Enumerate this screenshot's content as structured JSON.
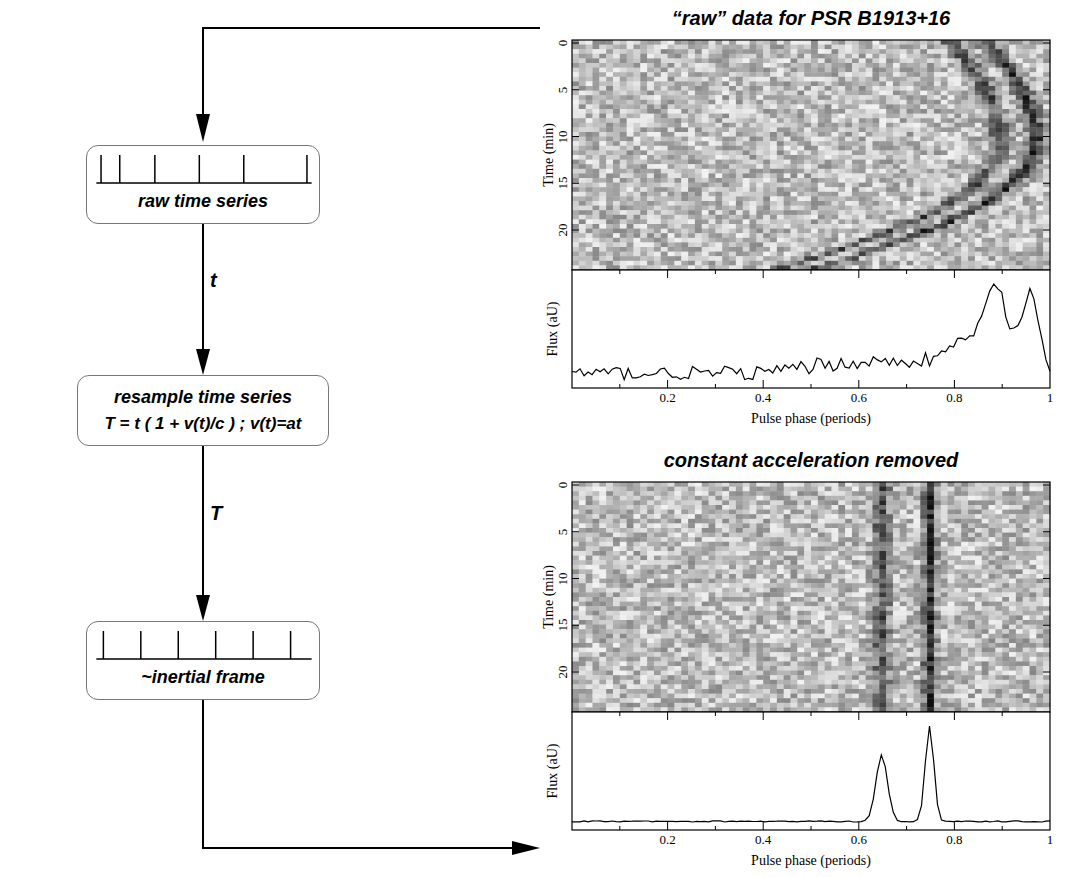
{
  "diagram": {
    "nodes": [
      {
        "text": [
          "raw time series"
        ]
      },
      {
        "text": [
          "resample time series",
          "T = t ( 1 + v(t)/c ) ; v(t)=at"
        ]
      },
      {
        "text": [
          "~inertial frame"
        ]
      }
    ],
    "edges": [
      {
        "from": 0,
        "to": 1,
        "label": "t",
        "arrow": "to"
      },
      {
        "from": 1,
        "to": 2,
        "label": "T",
        "arrow": "to"
      }
    ],
    "labels": [
      "“raw” data for PSR B1913+16",
      "Time (min)",
      "0",
      "5",
      "10",
      "15",
      "20",
      "Flux (aU)",
      "0.2",
      "0.4",
      "0.6",
      "0.8",
      "1",
      "Pulse phase (periods)",
      "constant acceleration removed",
      "Time (min)",
      "0",
      "5",
      "10",
      "15",
      "20",
      "Flux (aU)",
      "0.2",
      "0.4",
      "0.6",
      "0.8",
      "1",
      "Pulse phase (periods)"
    ]
  }
}
